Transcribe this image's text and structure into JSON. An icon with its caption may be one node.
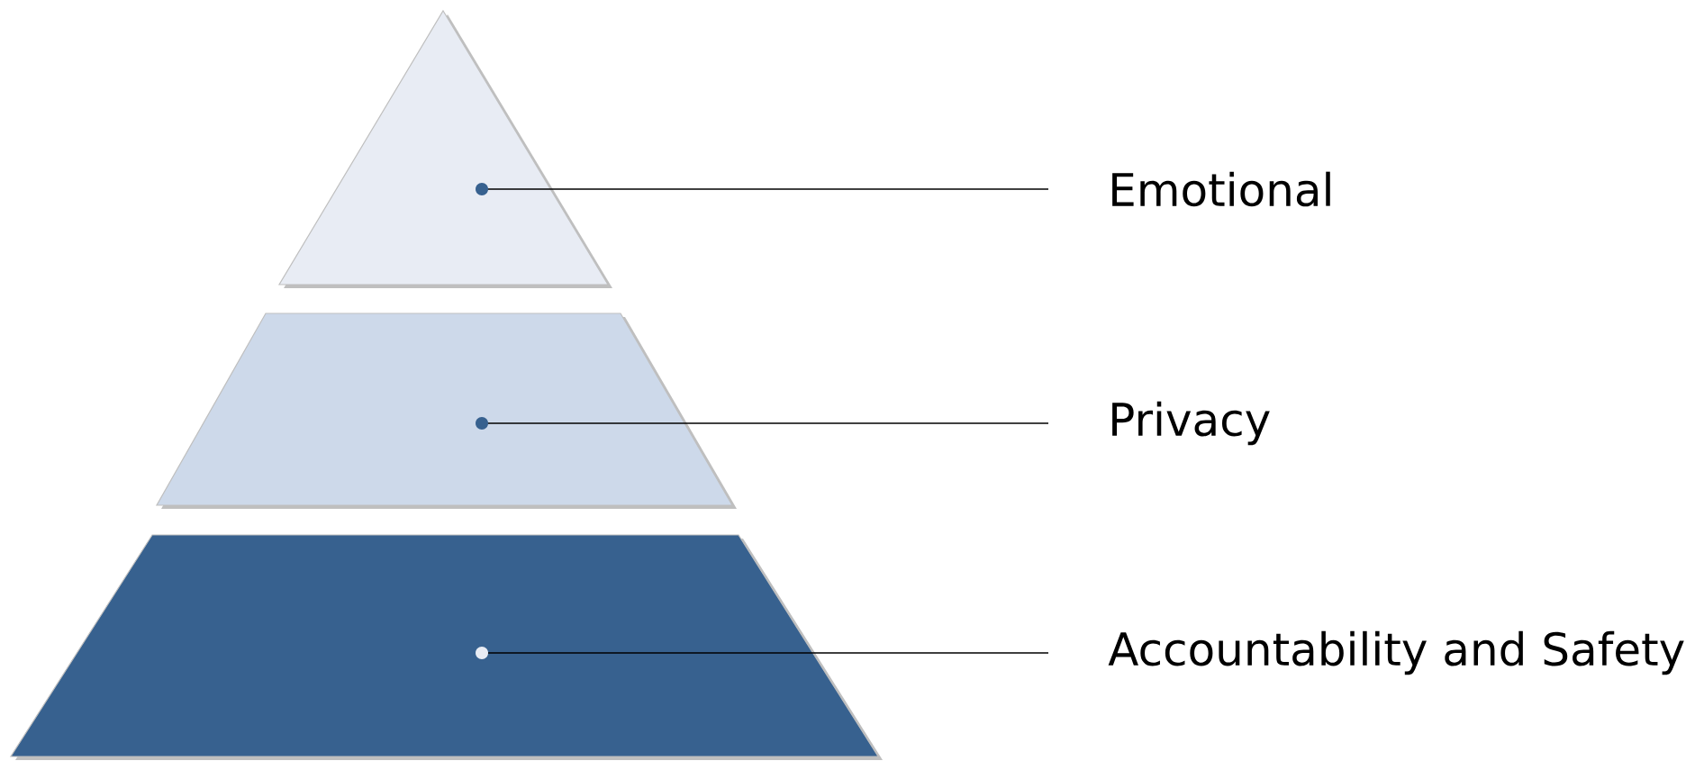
{
  "diagram": {
    "nodes": [
      {
        "text": [],
        "shape": "triangle"
      },
      {
        "text": [],
        "shape": "trapezoid"
      },
      {
        "text": [],
        "shape": "trapezoid"
      },
      {
        "text": [
          "Emotional"
        ]
      },
      {
        "text": [
          "Privacy"
        ]
      },
      {
        "text": [
          "Accountability and Safety"
        ]
      }
    ],
    "edges": [
      {
        "from": 3,
        "to": 0,
        "arrow": "other"
      },
      {
        "from": 4,
        "to": 1,
        "arrow": "other"
      },
      {
        "from": 5,
        "to": 2,
        "arrow": "other"
      }
    ]
  }
}
